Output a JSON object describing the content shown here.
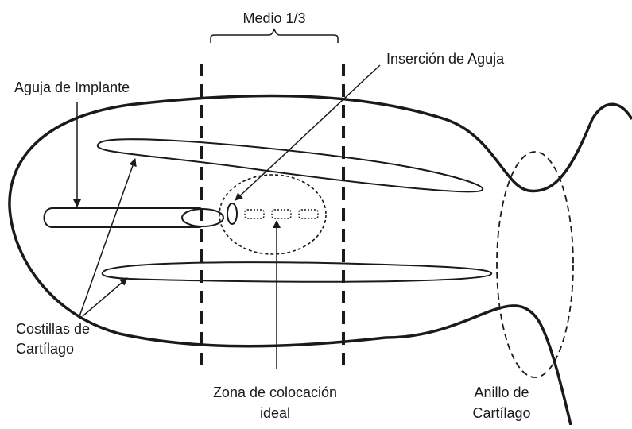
{
  "labels": {
    "middle_third": "Medio 1/3",
    "needle_insertion": "Inserción de Aguja",
    "implant_needle": "Aguja de Implante",
    "cartilage_ribs_line1": "Costillas de",
    "cartilage_ribs_line2": "Cartílago",
    "ideal_zone_line1": "Zona de colocación",
    "ideal_zone_line2": "ideal",
    "cartilage_ring_line1": "Anillo de",
    "cartilage_ring_line2": "Cartílago"
  }
}
